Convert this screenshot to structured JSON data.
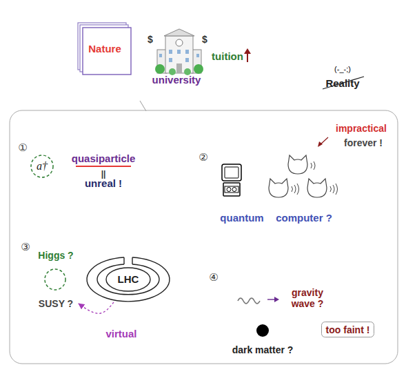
{
  "diagram": {
    "nodes": [
      {
        "text": [
          "Nature"
        ]
      },
      {
        "text": [
          "a†"
        ]
      },
      {
        "text": [
          "Higgs ?",
          "SUSY ?"
        ]
      },
      {
        "text": [
          "LHC"
        ]
      },
      {
        "text": [
          "too faint !"
        ]
      }
    ],
    "edges": [
      {
        "from": 3,
        "to": 2,
        "arrow": "to",
        "label": "virtual"
      }
    ],
    "labels": [
      "$",
      "$",
      "university",
      "tuition",
      "(-_-;)",
      "Reality",
      "①",
      "quasiparticle",
      "||",
      "unreal !",
      "②",
      "impractical",
      "forever !",
      "quantum",
      "computer ?",
      "③",
      "④",
      "gravity wave ?",
      "dark matter ?"
    ]
  }
}
